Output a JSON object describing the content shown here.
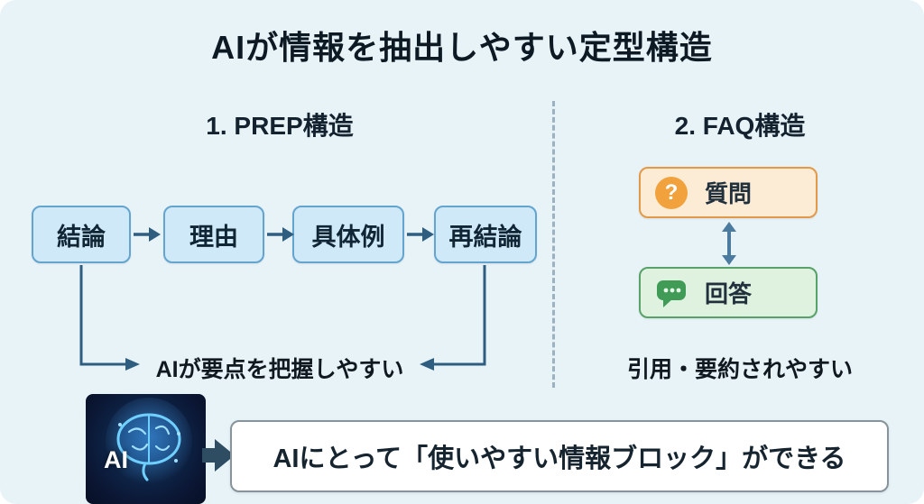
{
  "title": "AIが情報を抽出しやすい定型構造",
  "left": {
    "heading": "1. PREP構造",
    "boxes": [
      "結論",
      "理由",
      "具体例",
      "再結論"
    ],
    "note": "AIが要点を把握しやすい"
  },
  "right": {
    "heading": "2. FAQ構造",
    "question_label": "質問",
    "answer_label": "回答",
    "question_icon_glyph": "?",
    "note": "引用・要約されやすい"
  },
  "bottom": {
    "ai_label": "AI",
    "message": "AIにとって「使いやすい情報ブロック」ができる"
  },
  "colors": {
    "panel_bg": "#e8f3f8",
    "prep_box_fill": "#cfe9f8",
    "prep_box_border": "#63a5cf",
    "arrow": "#2e5d80",
    "faq_question_border": "#e29a48",
    "faq_question_fill": "#fcecd6",
    "faq_answer_border": "#58a269",
    "faq_answer_fill": "#dff2df",
    "message_box_border": "#87949c"
  }
}
